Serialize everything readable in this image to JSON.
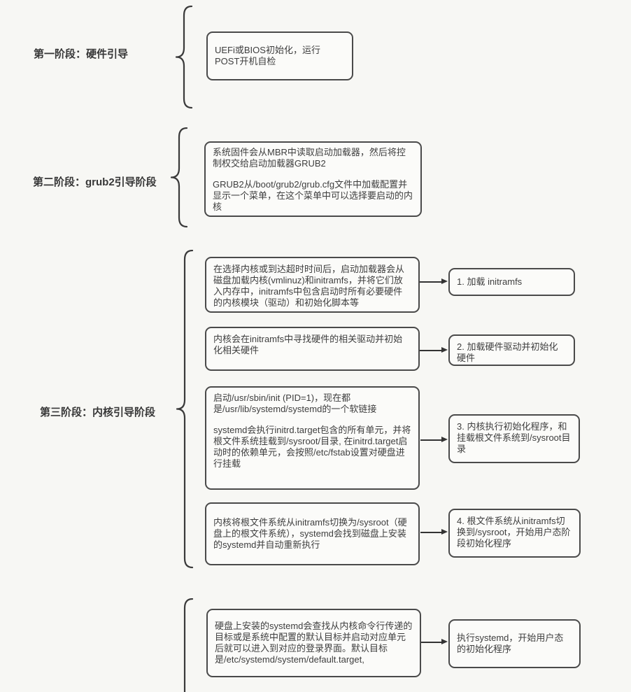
{
  "colors": {
    "background": "#f7f7f4",
    "box_border": "#4a4a4a",
    "text": "#3e3e3e",
    "connector": "#333333"
  },
  "stage1": {
    "label": "第一阶段：硬件引导",
    "box": "UEFi或BIOS初始化，运行POST开机自检"
  },
  "stage2": {
    "label": "第二阶段：grub2引导阶段",
    "para1": "系统固件会从MBR中读取启动加载器，然后将控制权交给启动加载器GRUB2",
    "para2": "GRUB2从/boot/grub2/grub.cfg文件中加载配置并显示一个菜单，在这个菜单中可以选择要启动的内核"
  },
  "stage3": {
    "label": "第三阶段：内核引导阶段",
    "step1": {
      "left": "在选择内核或到达超时时间后，启动加载器会从磁盘加载内核(vmlinuz)和initramfs，并将它们放入内存中，initramfs中包含启动时所有必要硬件的内核模块（驱动）和初始化脚本等",
      "right": "1. 加载 initramfs"
    },
    "step2": {
      "left": "内核会在initramfs中寻找硬件的相关驱动并初始化相关硬件",
      "right": "2. 加载硬件驱动并初始化硬件"
    },
    "step3": {
      "left_para1": "启动/usr/sbin/init (PID=1)，现在都是/usr/lib/systemd/systemd的一个软链接",
      "left_para2": "systemd会执行initrd.target包含的所有单元，并将根文件系统挂载到/sysroot/目录, 在initrd.target启动时的依赖单元，会按照/etc/fstab设置对硬盘进行挂载",
      "right": "3. 内核执行初始化程序，和挂载根文件系统到/sysroot目录"
    },
    "step4": {
      "left": "内核将根文件系统从initramfs切换为/sysroot（硬盘上的根文件系统），systemd会找到磁盘上安装的systemd并自动重新执行",
      "right": "4. 根文件系统从initramfs切换到/sysroot，开始用户态阶段初始化程序"
    }
  },
  "stage4": {
    "left": "硬盘上安装的systemd会查找从内核命令行传递的目标或是系统中配置的默认目标并启动对应单元后就可以进入到对应的登录界面。默认目标是/etc/systemd/system/default.target,",
    "right": "执行systemd，开始用户态的初始化程序"
  }
}
